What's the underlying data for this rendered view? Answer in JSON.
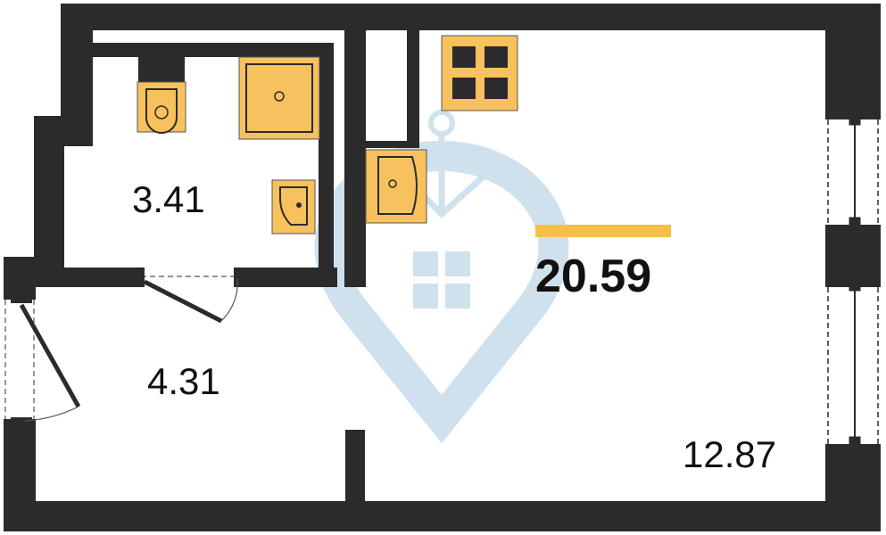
{
  "areas": {
    "bathroom": "3.41",
    "hallway": "4.31",
    "living_room": "12.87",
    "total": "20.59"
  },
  "colors": {
    "wall": "#2b2b2b",
    "fixture": "#f7c15e",
    "accent_bar": "#f5c04a",
    "watermark": "#c7dceb",
    "background": "#ffffff"
  },
  "icons": [
    "toilet-icon",
    "shower-tray-icon",
    "sink-icon",
    "stove-icon",
    "watermark-logo-icon"
  ]
}
